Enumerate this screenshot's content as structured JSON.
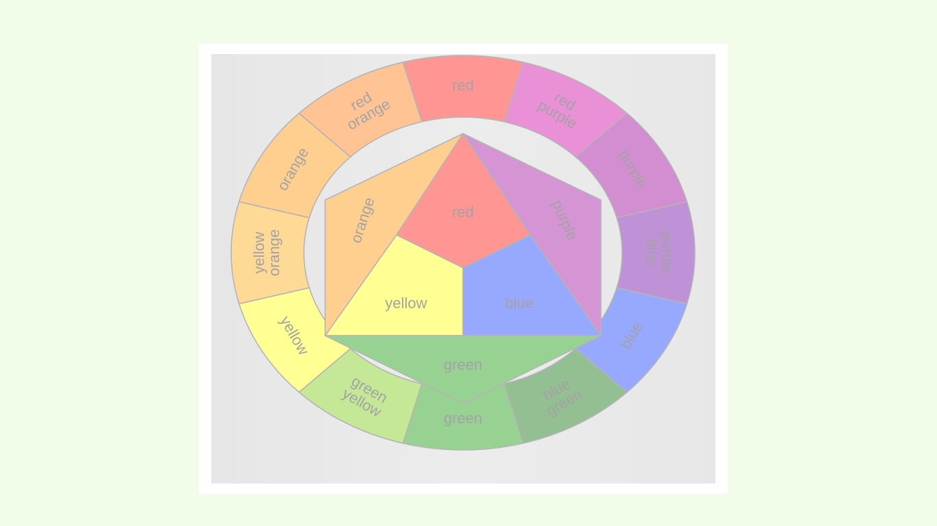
{
  "background_color": "#f1fde8",
  "outer_ring": [
    {
      "label": "red",
      "color": "#ff9693"
    },
    {
      "label": "red purple",
      "color": "#ea90d6"
    },
    {
      "label": "purple",
      "color": "#d38ed2"
    },
    {
      "label": "purple blue",
      "color": "#bf91d6"
    },
    {
      "label": "blue",
      "color": "#97a8ff"
    },
    {
      "label": "blue green",
      "color": "#93bf93"
    },
    {
      "label": "green",
      "color": "#98d293"
    },
    {
      "label": "green yellow",
      "color": "#c4e896"
    },
    {
      "label": "yellow",
      "color": "#ffff93"
    },
    {
      "label": "yellow orange",
      "color": "#ffd995"
    },
    {
      "label": "orange",
      "color": "#ffcf90"
    },
    {
      "label": "red orange",
      "color": "#ffc394"
    }
  ],
  "inner_shapes": [
    {
      "name": "red",
      "label": "red",
      "color": "#ff9693"
    },
    {
      "name": "yellow",
      "label": "yellow",
      "color": "#ffff93"
    },
    {
      "name": "blue",
      "label": "blue",
      "color": "#97a8ff"
    },
    {
      "name": "orange",
      "label": "orange",
      "color": "#ffcf90"
    },
    {
      "name": "purple",
      "label": "purple",
      "color": "#d595d5"
    },
    {
      "name": "green",
      "label": "green",
      "color": "#98d293"
    }
  ]
}
